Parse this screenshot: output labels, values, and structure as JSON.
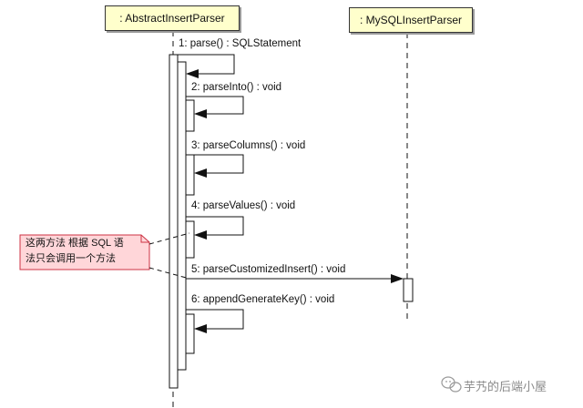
{
  "lifelines": [
    {
      "id": "abstract",
      "label": ": AbstractInsertParser"
    },
    {
      "id": "mysql",
      "label": ": MySQLInsertParser"
    }
  ],
  "messages": [
    {
      "label": "1: parse() : SQLStatement",
      "kind": "self"
    },
    {
      "label": "2: parseInto() : void",
      "kind": "self"
    },
    {
      "label": "3: parseColumns() : void",
      "kind": "self"
    },
    {
      "label": "4: parseValues() : void",
      "kind": "self"
    },
    {
      "label": "5: parseCustomizedInsert() : void",
      "kind": "call",
      "target": "mysql"
    },
    {
      "label": "6: appendGenerateKey() : void",
      "kind": "self"
    }
  ],
  "note": {
    "line1": "这两方法 根据 SQL 语",
    "line2": "法只会调用一个方法"
  },
  "watermark": {
    "text": "芋艿的后端小屋",
    "icon": "wechat-icon"
  },
  "colors": {
    "lifeline_fill": "#ffffcc",
    "note_fill": "#ffd6d9",
    "note_border": "#cc3344",
    "line": "#111111"
  }
}
